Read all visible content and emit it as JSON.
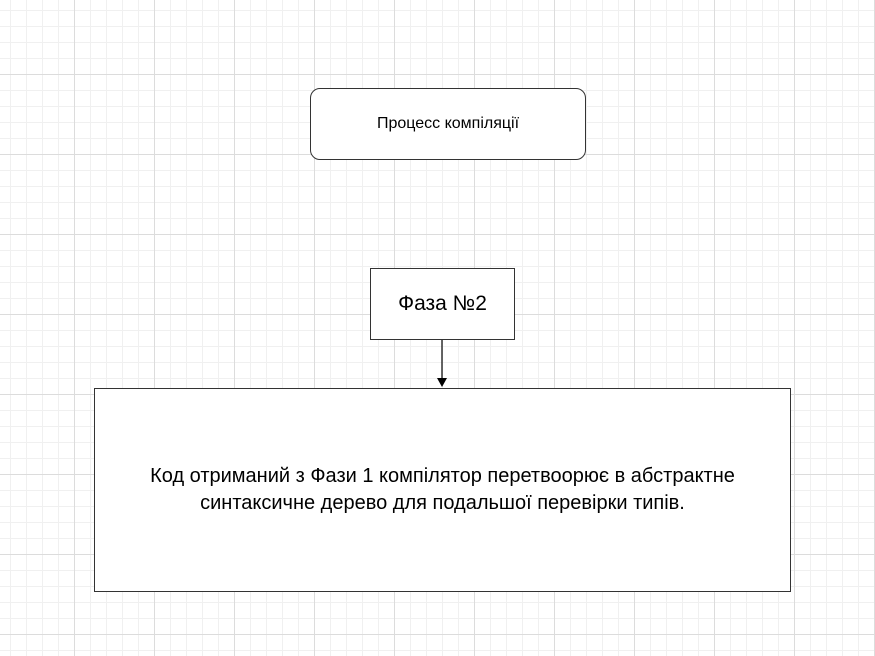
{
  "diagram": {
    "title_box": {
      "text": "Процесс компіляції"
    },
    "phase_box": {
      "text": "Фаза №2"
    },
    "description_box": {
      "line1": "Код отриманий з Фази 1 компілятор перетвоорює в абстрактне",
      "line2": "синтаксичне дерево для подальшої перевірки типів."
    },
    "edges": [
      {
        "from": "phase_box",
        "to": "description_box",
        "style": "arrow"
      }
    ]
  },
  "colors": {
    "stroke": "#333333",
    "fill": "#ffffff",
    "grid": "#dcdcdc"
  }
}
